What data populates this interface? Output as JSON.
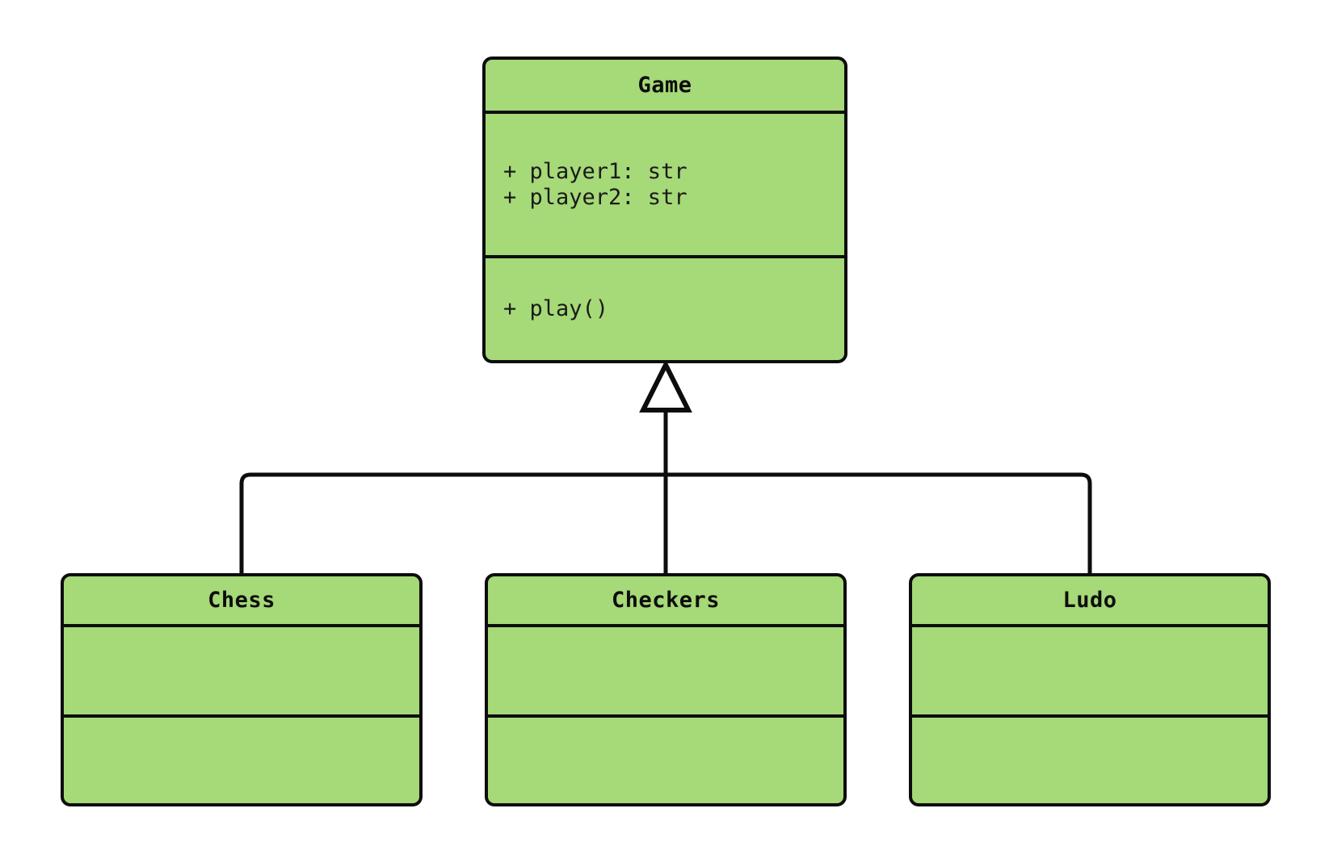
{
  "diagram": {
    "kind": "uml-class-diagram",
    "background_color": "#ffffff",
    "class_fill_color": "#a6d977",
    "border_color": "#0d0d0d",
    "relationship": "generalization",
    "relationship_arrow": "hollow-triangle"
  },
  "classes": {
    "game": {
      "name": "Game",
      "attributes": [
        "+ player1: str",
        "+ player2: str"
      ],
      "methods": [
        "+ play()"
      ]
    },
    "chess": {
      "name": "Chess",
      "attributes": [],
      "methods": []
    },
    "checkers": {
      "name": "Checkers",
      "attributes": [],
      "methods": []
    },
    "ludo": {
      "name": "Ludo",
      "attributes": [],
      "methods": []
    }
  }
}
